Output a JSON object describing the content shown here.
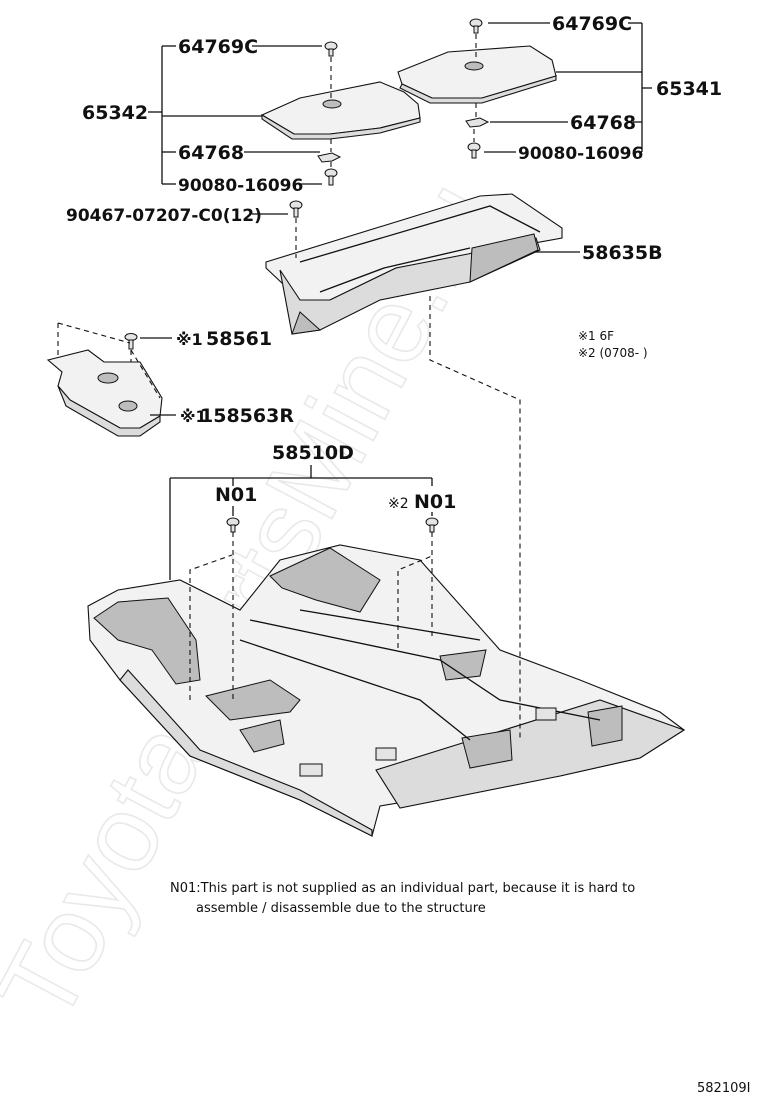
{
  "watermark": "ToyotaPartsMine.ru",
  "callouts": {
    "clip_a": "64769C",
    "clip_b": "64769C",
    "mat_right": "65341",
    "mat_left": "65342",
    "hook_right": "64768",
    "hook_left": "64768",
    "screw_right": "90080-16096",
    "screw_left": "90080-16096",
    "clip_box": "90467-07207-C0(12)",
    "box": "58635B",
    "pin": "58561",
    "pin_mark": "※1",
    "pad": "158563R",
    "pad_mark": "※1",
    "carpet": "58510D",
    "n01_left": "N01",
    "n01_right": "N01",
    "n01_right_mark": "※2"
  },
  "legend": {
    "line1": "※1 6F",
    "line2": "※2 (0708-        )"
  },
  "footnote": {
    "line1": "N01:This part is not supplied as an individual part, because it is hard to",
    "line2": "assemble / disassemble due to the structure"
  },
  "diagram_code": "582109I",
  "colors": {
    "ink": "#111111",
    "watermark": "#e9e9e9",
    "part_fill": "#f2f2f2"
  }
}
